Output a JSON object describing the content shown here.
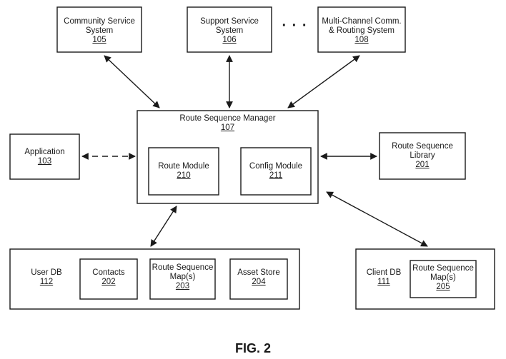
{
  "nodes": {
    "community_service": {
      "title": "Community Service System",
      "ref": "105"
    },
    "support_service": {
      "title": "Support Service System",
      "ref": "106"
    },
    "ellipsis": "· · ·",
    "multichannel": {
      "title": "Multi-Channel Comm. & Routing System",
      "ref": "108"
    },
    "route_sequence_manager": {
      "title": "Route Sequence Manager",
      "ref": "107"
    },
    "application": {
      "title": "Application",
      "ref": "103"
    },
    "route_module": {
      "title": "Route Module",
      "ref": "210"
    },
    "config_module": {
      "title": "Config Module",
      "ref": "211"
    },
    "route_sequence_library": {
      "title": "Route Sequence Library",
      "ref": "201"
    },
    "user_db": {
      "title": "User DB",
      "ref": "112"
    },
    "contacts": {
      "title": "Contacts",
      "ref": "202"
    },
    "route_sequence_maps_user": {
      "title": "Route Sequence Map(s)",
      "ref": "203"
    },
    "asset_store": {
      "title": "Asset Store",
      "ref": "204"
    },
    "client_db": {
      "title": "Client DB",
      "ref": "111"
    },
    "route_sequence_maps_client": {
      "title": "Route Sequence Map(s)",
      "ref": "205"
    }
  },
  "figure_label": "FIG. 2"
}
